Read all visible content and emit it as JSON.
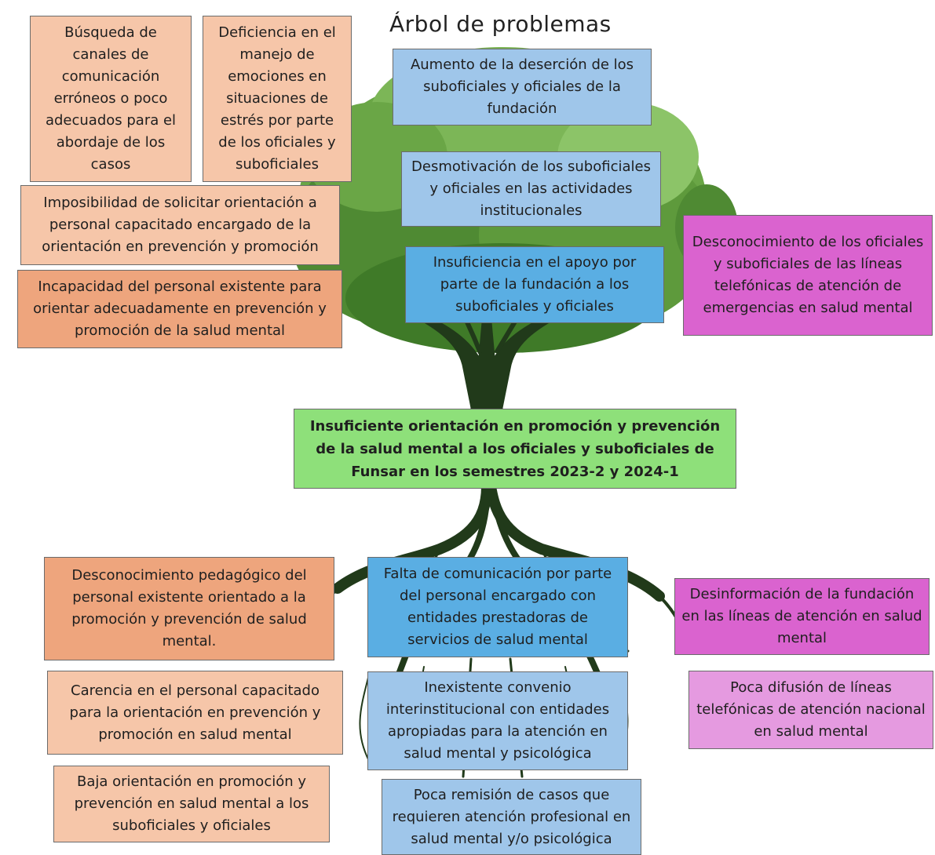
{
  "title": "Árbol de problemas",
  "effects": {
    "top_left_1": "Búsqueda de canales de comunicación erróneos o poco adecuados para el abordaje de los casos",
    "top_left_2": "Deficiencia en el manejo de emociones en situaciones de estrés por parte de los oficiales y suboficiales",
    "left_mid_1": "Imposibilidad de solicitar orientación a personal capacitado encargado de la orientación en prevención y promoción",
    "left_mid_2": "Incapacidad del personal existente para orientar adecuadamente en prevención y promoción de la salud mental",
    "center_1": "Aumento de la deserción de los suboficiales y oficiales de la fundación",
    "center_2": "Desmotivación de los suboficiales y oficiales en las actividades institucionales",
    "center_3": "Insuficiencia en el apoyo por parte de la fundación a los suboficiales y oficiales",
    "right_1": "Desconocimiento de los oficiales y suboficiales de las líneas telefónicas de atención de emergencias en salud mental"
  },
  "central_problem": "Insuficiente orientación en promoción y prevención de la salud mental a los oficiales y suboficiales de Funsar en los semestres 2023-2 y 2024-1",
  "causes": {
    "left_1": "Desconocimiento pedagógico del personal existente orientado a la promoción y prevención de salud mental.",
    "left_2": "Carencia en el personal capacitado para la orientación en prevención y promoción en salud mental",
    "left_3": "Baja orientación en promoción y prevención en salud mental a los suboficiales y oficiales",
    "center_1": "Falta de comunicación por parte del personal encargado con entidades prestadoras de servicios de salud mental",
    "center_2": "Inexistente convenio interinstitucional con entidades apropiadas para la atención en salud mental y psicológica",
    "center_3": "Poca remisión de casos que requieren atención profesional en salud mental y/o psicológica",
    "right_1": "Desinformación de la fundación en las líneas de atención en salud mental",
    "right_2": "Poca difusión de líneas telefónicas de atención nacional en salud mental"
  },
  "colors": {
    "salmon_light": "#f6c6a9",
    "salmon_dark": "#eea57d",
    "blue_light": "#9fc6ea",
    "blue_mid": "#5aaee3",
    "magenta": "#da63cf",
    "pink_light": "#e59ae0",
    "green": "#8ee07a",
    "trunk": "#213a1a",
    "foliage": "#5c9a3a"
  }
}
